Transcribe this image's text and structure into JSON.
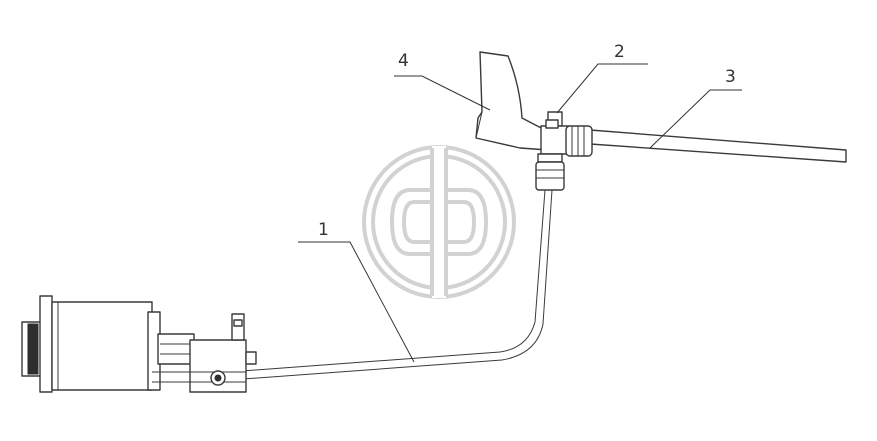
{
  "diagram": {
    "callouts": [
      {
        "id": "1",
        "label": "1"
      },
      {
        "id": "2",
        "label": "2"
      },
      {
        "id": "3",
        "label": "3"
      },
      {
        "id": "4",
        "label": "4"
      }
    ],
    "colors": {
      "line": "#3a3a3a",
      "watermark": "#d2d2d2",
      "background": "#ffffff"
    }
  }
}
